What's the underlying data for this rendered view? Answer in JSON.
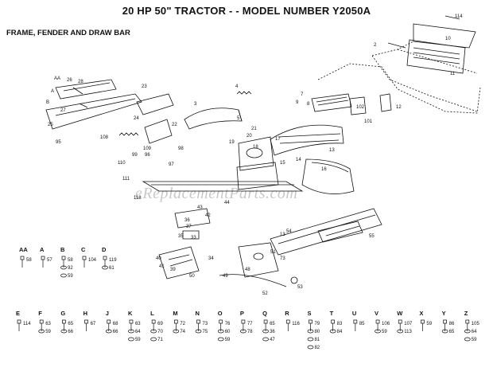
{
  "title": "20 HP 50\" TRACTOR - - MODEL NUMBER Y2050A",
  "subtitle": "FRAME, FENDER AND DRAW BAR",
  "watermark": "eReplacementParts.com",
  "callouts": [
    {
      "id": "c114",
      "text": "114"
    },
    {
      "id": "c10",
      "text": "10"
    },
    {
      "id": "c2",
      "text": "2"
    },
    {
      "id": "c11",
      "text": "11"
    },
    {
      "id": "c28",
      "text": "28"
    },
    {
      "id": "c26",
      "text": "26"
    },
    {
      "id": "cAA",
      "text": "AA"
    },
    {
      "id": "cA",
      "text": "A"
    },
    {
      "id": "c27",
      "text": "27"
    },
    {
      "id": "cB",
      "text": "B"
    },
    {
      "id": "c25",
      "text": "25"
    },
    {
      "id": "c95",
      "text": "95"
    },
    {
      "id": "c23",
      "text": "23"
    },
    {
      "id": "c108",
      "text": "108"
    },
    {
      "id": "c24",
      "text": "24"
    },
    {
      "id": "c22",
      "text": "22"
    },
    {
      "id": "c3",
      "text": "3"
    },
    {
      "id": "c4",
      "text": "4"
    },
    {
      "id": "c5",
      "text": "5"
    },
    {
      "id": "c21",
      "text": "21"
    },
    {
      "id": "c20",
      "text": "20"
    },
    {
      "id": "c19",
      "text": "19"
    },
    {
      "id": "c18",
      "text": "18"
    },
    {
      "id": "c17",
      "text": "17"
    },
    {
      "id": "c16",
      "text": "16"
    },
    {
      "id": "c15",
      "text": "15"
    },
    {
      "id": "c14",
      "text": "14"
    },
    {
      "id": "c13",
      "text": "13"
    },
    {
      "id": "c12",
      "text": "12"
    },
    {
      "id": "c9",
      "text": "9"
    },
    {
      "id": "c102",
      "text": "102"
    },
    {
      "id": "c101",
      "text": "101"
    },
    {
      "id": "c7",
      "text": "7"
    },
    {
      "id": "c8",
      "text": "8"
    },
    {
      "id": "c109",
      "text": "109"
    },
    {
      "id": "c96",
      "text": "96"
    },
    {
      "id": "c110",
      "text": "110"
    },
    {
      "id": "c111",
      "text": "111"
    },
    {
      "id": "c97",
      "text": "97"
    },
    {
      "id": "c99",
      "text": "99"
    },
    {
      "id": "c98",
      "text": "98"
    },
    {
      "id": "c118",
      "text": "118"
    },
    {
      "id": "c36",
      "text": "36"
    },
    {
      "id": "c37",
      "text": "37"
    },
    {
      "id": "c42",
      "text": "42"
    },
    {
      "id": "c43",
      "text": "43"
    },
    {
      "id": "c44",
      "text": "44"
    },
    {
      "id": "c33",
      "text": "33"
    },
    {
      "id": "c35",
      "text": "35"
    },
    {
      "id": "c40",
      "text": "40"
    },
    {
      "id": "c41",
      "text": "41"
    },
    {
      "id": "c39",
      "text": "39"
    },
    {
      "id": "c34",
      "text": "34"
    },
    {
      "id": "c50",
      "text": "50"
    },
    {
      "id": "c49",
      "text": "49"
    },
    {
      "id": "c48",
      "text": "48"
    },
    {
      "id": "c52",
      "text": "52"
    },
    {
      "id": "c53",
      "text": "53"
    },
    {
      "id": "c51",
      "text": "51"
    },
    {
      "id": "c54",
      "text": "54"
    },
    {
      "id": "c55",
      "text": "55"
    },
    {
      "id": "c73",
      "text": "73"
    },
    {
      "id": "c13b",
      "text": "13"
    }
  ],
  "hardware_rows": [
    {
      "row": 1,
      "items": [
        {
          "letter": "AA",
          "parts": [
            "58"
          ]
        },
        {
          "letter": "A",
          "parts": [
            "57"
          ]
        },
        {
          "letter": "B",
          "parts": [
            "58",
            "92",
            "59"
          ]
        },
        {
          "letter": "C",
          "parts": [
            "104"
          ]
        },
        {
          "letter": "D",
          "parts": [
            "119",
            "61"
          ]
        }
      ]
    },
    {
      "row": 2,
      "items": [
        {
          "letter": "E",
          "parts": [
            "114"
          ]
        },
        {
          "letter": "F",
          "parts": [
            "63",
            "59"
          ]
        },
        {
          "letter": "G",
          "parts": [
            "65",
            "66"
          ]
        },
        {
          "letter": "H",
          "parts": [
            "67"
          ]
        },
        {
          "letter": "J",
          "parts": [
            "68",
            "66"
          ]
        },
        {
          "letter": "K",
          "parts": [
            "63",
            "64",
            "59"
          ]
        },
        {
          "letter": "L",
          "parts": [
            "69",
            "70",
            "71"
          ]
        },
        {
          "letter": "M",
          "parts": [
            "72",
            "74"
          ]
        },
        {
          "letter": "N",
          "parts": [
            "73",
            "75"
          ]
        },
        {
          "letter": "O",
          "parts": [
            "76",
            "60",
            "59"
          ]
        },
        {
          "letter": "P",
          "parts": [
            "77",
            "78"
          ]
        },
        {
          "letter": "Q",
          "parts": [
            "65",
            "36",
            "47"
          ]
        },
        {
          "letter": "R",
          "parts": [
            "116"
          ]
        },
        {
          "letter": "S",
          "parts": [
            "79",
            "80",
            "81",
            "82"
          ]
        },
        {
          "letter": "T",
          "parts": [
            "83",
            "84"
          ]
        },
        {
          "letter": "U",
          "parts": [
            "85"
          ]
        },
        {
          "letter": "V",
          "parts": [
            "106",
            "59"
          ]
        },
        {
          "letter": "W",
          "parts": [
            "107",
            "113"
          ]
        },
        {
          "letter": "X",
          "parts": [
            "59"
          ]
        },
        {
          "letter": "Y",
          "parts": [
            "86",
            "65"
          ]
        },
        {
          "letter": "Z",
          "parts": [
            "105",
            "64",
            "59"
          ]
        }
      ]
    }
  ]
}
